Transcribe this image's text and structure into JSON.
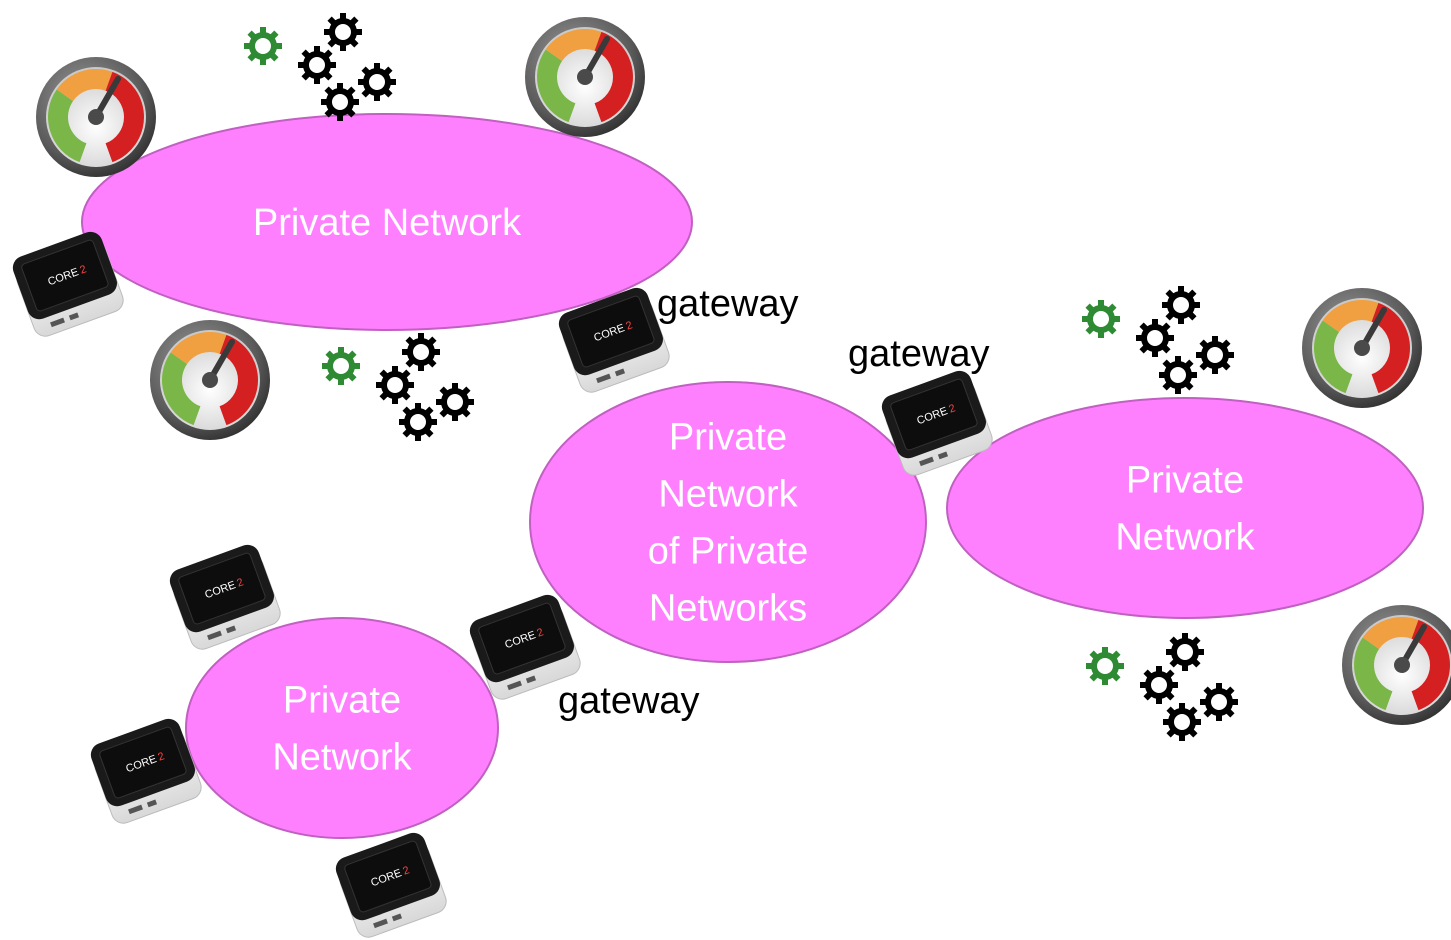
{
  "colors": {
    "network_fill": "#ff80ff",
    "network_stroke": "#c060c0",
    "gear_green": "#2e8b34",
    "gear_black": "#000000",
    "gauge_green": "#7ab648",
    "gauge_orange": "#f0a040",
    "gauge_red": "#d42020",
    "device_dark": "#1a1a1a",
    "device_shell": "#f2f2f2"
  },
  "networks": [
    {
      "id": "top",
      "lines": [
        "Private Network"
      ]
    },
    {
      "id": "center",
      "lines": [
        "Private",
        "Network",
        "of Private",
        "Networks"
      ]
    },
    {
      "id": "right",
      "lines": [
        "Private",
        "Network"
      ]
    },
    {
      "id": "bottom-left",
      "lines": [
        "Private",
        "Network"
      ]
    }
  ],
  "gateways": [
    "gateway",
    "gateway",
    "gateway"
  ],
  "device": {
    "label": "CORE",
    "accent": "2",
    "icon": "core2-device-icon"
  },
  "icons": {
    "gauge": "speedometer-gauge-icon",
    "gears": "gears-cluster-icon"
  }
}
